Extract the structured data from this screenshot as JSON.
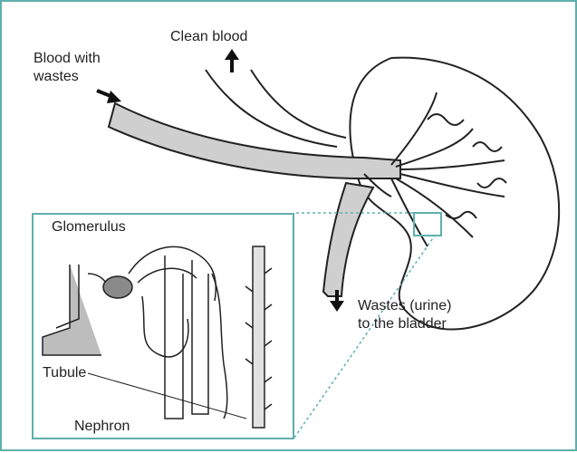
{
  "diagram": {
    "labels": {
      "clean_blood": "Clean blood",
      "blood_with_wastes_line1": "Blood with",
      "blood_with_wastes_line2": "wastes",
      "wastes_urine_line1": "Wastes (urine)",
      "wastes_urine_line2": "to the bladder",
      "glomerulus": "Glomerulus",
      "tubule": "Tubule",
      "nephron": "Nephron"
    },
    "colors": {
      "frame": "#5fb0ad",
      "vessel_fill": "#cfcfcf",
      "stroke": "#222222",
      "glomerulus_fill": "#8a8a8a"
    }
  }
}
